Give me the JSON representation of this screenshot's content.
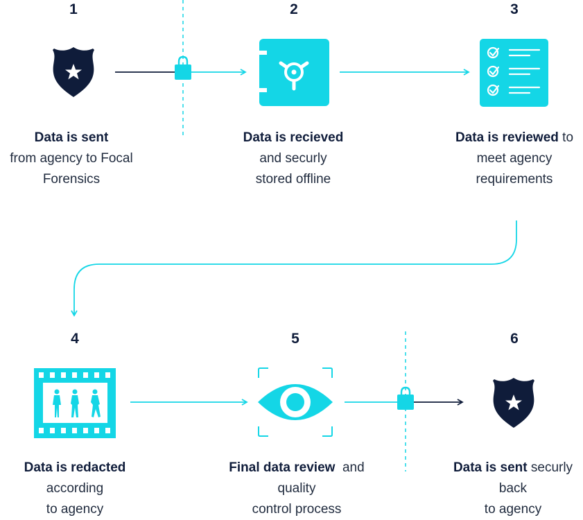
{
  "colors": {
    "accent": "#14d6e6",
    "navy": "#0f1c3a",
    "text": "#1f2a3d"
  },
  "steps": [
    {
      "number": "1",
      "icon": "police-badge-icon",
      "title": "Data is sent",
      "rest": "",
      "lines": [
        "from agency to Focal",
        "Forensics"
      ]
    },
    {
      "number": "2",
      "icon": "safe-icon",
      "title": "Data is recieved",
      "rest": "",
      "lines": [
        "and securly",
        "stored offline"
      ]
    },
    {
      "number": "3",
      "icon": "checklist-icon",
      "title": "Data is reviewed",
      "rest": " to",
      "lines": [
        "meet agency",
        "requirements"
      ]
    },
    {
      "number": "4",
      "icon": "film-strip-icon",
      "title": "Data is redacted",
      "rest": "",
      "lines": [
        "according",
        "to agency"
      ]
    },
    {
      "number": "5",
      "icon": "eye-scan-icon",
      "title": "Final data review",
      "rest": "  and",
      "lines": [
        "quality",
        "control process"
      ]
    },
    {
      "number": "6",
      "icon": "police-badge-icon",
      "title": "Data is sent",
      "rest": " securly",
      "lines": [
        "back",
        "to agency"
      ]
    }
  ]
}
